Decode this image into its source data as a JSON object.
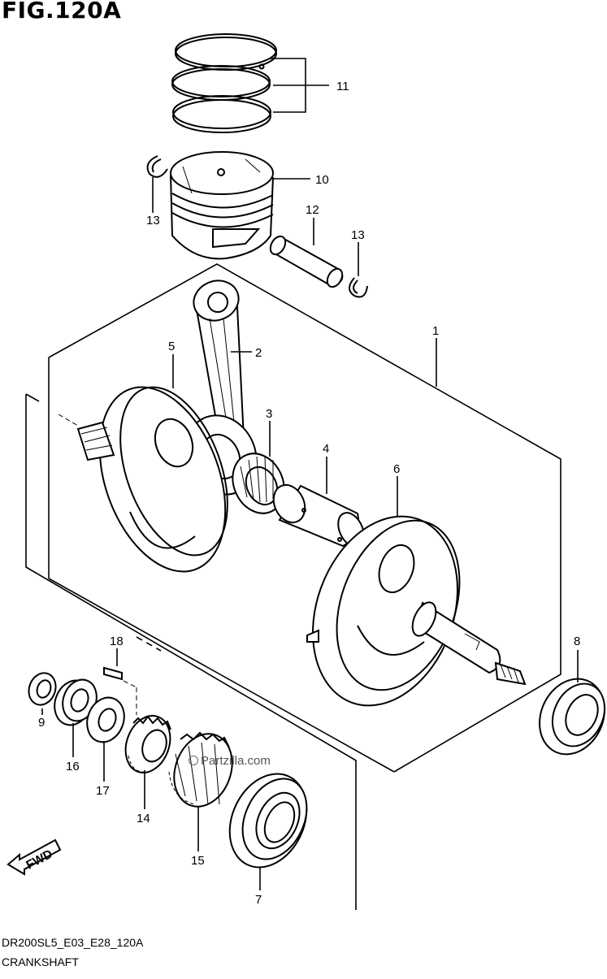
{
  "figure": {
    "title": "FIG.120A",
    "code": "DR200SL5_E03_E28_120A",
    "caption": "CRANKSHAFT",
    "watermark": "Partzilla.com",
    "fwd_label": "FWD"
  },
  "callouts": [
    {
      "id": "c11",
      "label": "11"
    },
    {
      "id": "c10",
      "label": "10"
    },
    {
      "id": "c13a",
      "label": "13"
    },
    {
      "id": "c12",
      "label": "12"
    },
    {
      "id": "c13b",
      "label": "13"
    },
    {
      "id": "c1",
      "label": "1"
    },
    {
      "id": "c5",
      "label": "5"
    },
    {
      "id": "c2",
      "label": "2"
    },
    {
      "id": "c3",
      "label": "3"
    },
    {
      "id": "c4",
      "label": "4"
    },
    {
      "id": "c6",
      "label": "6"
    },
    {
      "id": "c8",
      "label": "8"
    },
    {
      "id": "c18",
      "label": "18"
    },
    {
      "id": "c9",
      "label": "9"
    },
    {
      "id": "c16",
      "label": "16"
    },
    {
      "id": "c17",
      "label": "17"
    },
    {
      "id": "c14",
      "label": "14"
    },
    {
      "id": "c15",
      "label": "15"
    },
    {
      "id": "c7",
      "label": "7"
    }
  ]
}
